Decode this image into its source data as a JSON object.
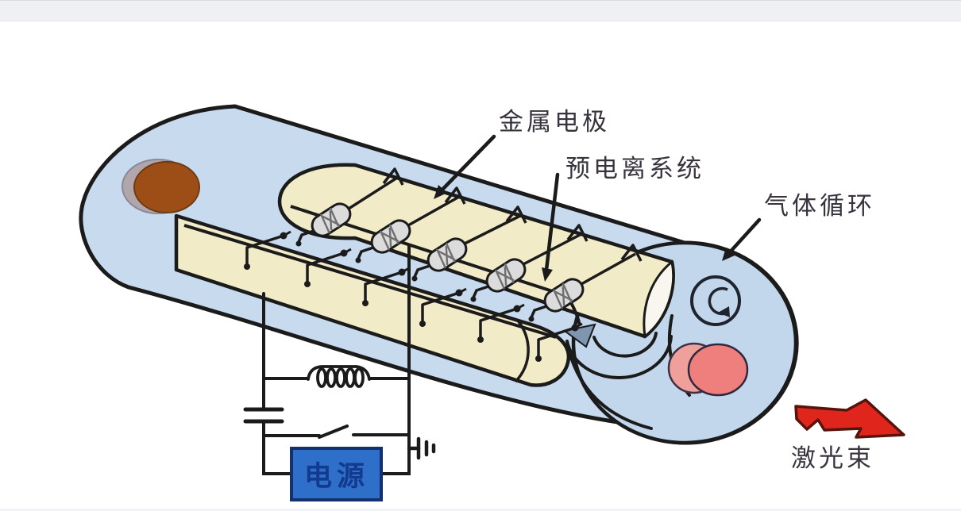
{
  "labels": {
    "metal_electrode": "金属电极",
    "preionization_system": "预电离系统",
    "gas_circulation": "气体循环",
    "laser_beam": "激光束",
    "power_supply": "电源"
  },
  "icons": {
    "gas_swirl": "circular-arrow-icon",
    "flow_arrow": "curved-flow-arrow",
    "laser_arrow": "lightning-arrow",
    "ground": "ground-symbol",
    "capacitor": "capacitor-symbol",
    "inductor": "coil-symbol",
    "switch": "open-switch-symbol"
  },
  "colors": {
    "tube_body": "#c7daee",
    "tube_end_face": "#c3d7ec",
    "electrode": "#f1ebc7",
    "electrode_end_face": "#f8f6ee",
    "spark_gap": "#dcdcdc",
    "mirror_brown": "#9d4e16",
    "mirror_brown_rim": "#b0a6ab",
    "mirror_pink": "#ee7f7d",
    "mirror_pink_rim": "#f0a09b",
    "power_box": "#2e6fc9",
    "power_box_border": "#15306e",
    "power_box_text": "#123a8e",
    "laser_arrow_red": "#e0261c",
    "outline": "#1b1b1b",
    "label_text": "#39333d",
    "flow_arrowhead": "#7e96b0"
  }
}
